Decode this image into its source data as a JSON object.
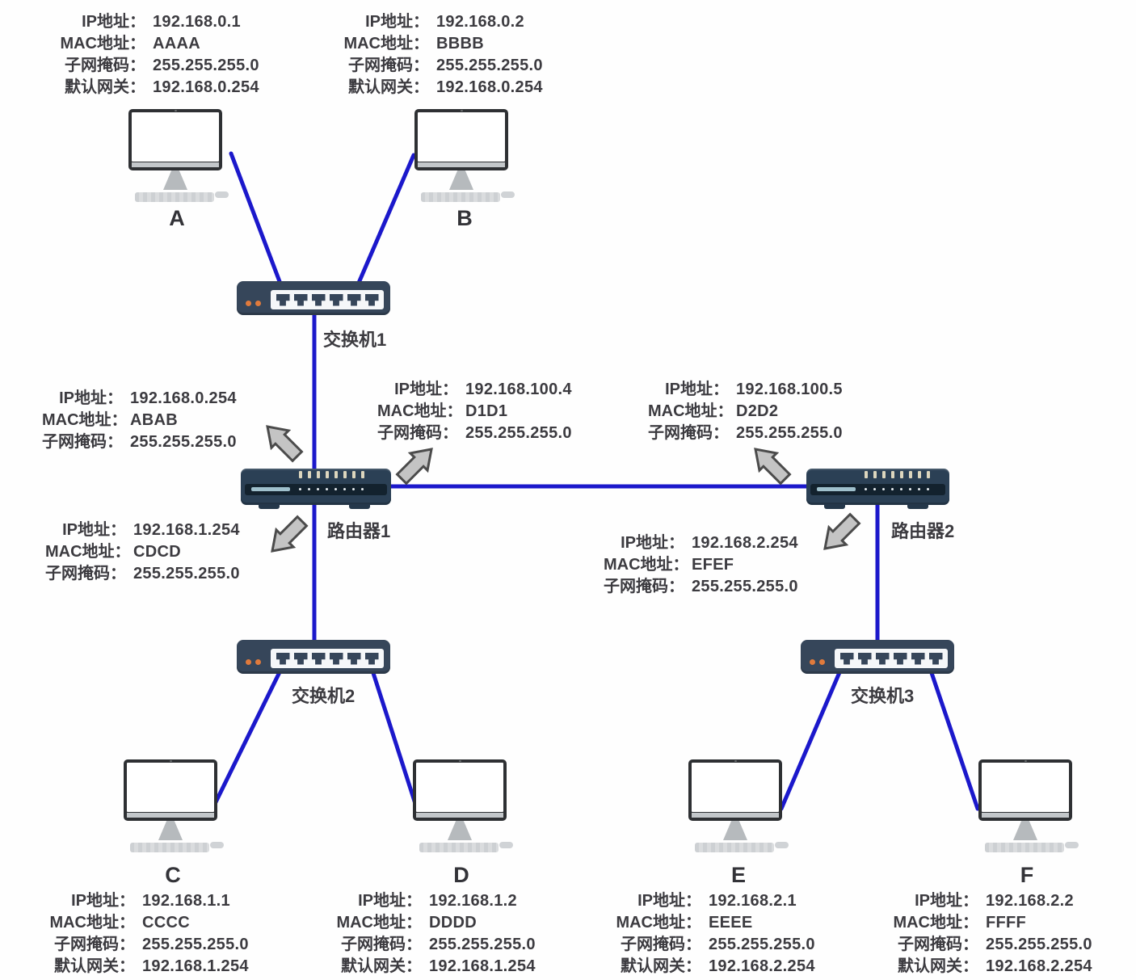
{
  "field_labels": {
    "ip": "IP地址：",
    "mac": "MAC地址：",
    "mask": "子网掩码：",
    "gateway": "默认网关："
  },
  "computers": {
    "A": {
      "name": "A",
      "ip": "192.168.0.1",
      "mac": "AAAA",
      "mask": "255.255.255.0",
      "gateway": "192.168.0.254"
    },
    "B": {
      "name": "B",
      "ip": "192.168.0.2",
      "mac": "BBBB",
      "mask": "255.255.255.0",
      "gateway": "192.168.0.254"
    },
    "C": {
      "name": "C",
      "ip": "192.168.1.1",
      "mac": "CCCC",
      "mask": "255.255.255.0",
      "gateway": "192.168.1.254"
    },
    "D": {
      "name": "D",
      "ip": "192.168.1.2",
      "mac": "DDDD",
      "mask": "255.255.255.0",
      "gateway": "192.168.1.254"
    },
    "E": {
      "name": "E",
      "ip": "192.168.2.1",
      "mac": "EEEE",
      "mask": "255.255.255.0",
      "gateway": "192.168.2.254"
    },
    "F": {
      "name": "F",
      "ip": "192.168.2.2",
      "mac": "FFFF",
      "mask": "255.255.255.0",
      "gateway": "192.168.2.254"
    }
  },
  "switches": {
    "s1": {
      "name": "交换机1"
    },
    "s2": {
      "name": "交换机2"
    },
    "s3": {
      "name": "交换机3"
    }
  },
  "routers": {
    "r1": {
      "name": "路由器1",
      "if_lan0": {
        "ip": "192.168.0.254",
        "mac": "ABAB",
        "mask": "255.255.255.0"
      },
      "if_wan": {
        "ip": "192.168.100.4",
        "mac": "D1D1",
        "mask": "255.255.255.0"
      },
      "if_lan1": {
        "ip": "192.168.1.254",
        "mac": "CDCD",
        "mask": "255.255.255.0"
      }
    },
    "r2": {
      "name": "路由器2",
      "if_wan": {
        "ip": "192.168.100.5",
        "mac": "D2D2",
        "mask": "255.255.255.0"
      },
      "if_lan2": {
        "ip": "192.168.2.254",
        "mac": "EFEF",
        "mask": "255.255.255.0"
      }
    }
  },
  "colors": {
    "link_line": "#1b18cb",
    "arrow_fill": "#c4c4c4",
    "arrow_outline": "#4b4b4b",
    "text": "#3c3b40",
    "switch_body": "#36465a",
    "switch_led": "#e07a3c",
    "router_body": "#2b4055"
  },
  "icons": {
    "computer": "desktop-computer-icon",
    "switch": "network-switch-icon",
    "router": "router-icon",
    "interface_pointer": "block-arrow-icon"
  }
}
